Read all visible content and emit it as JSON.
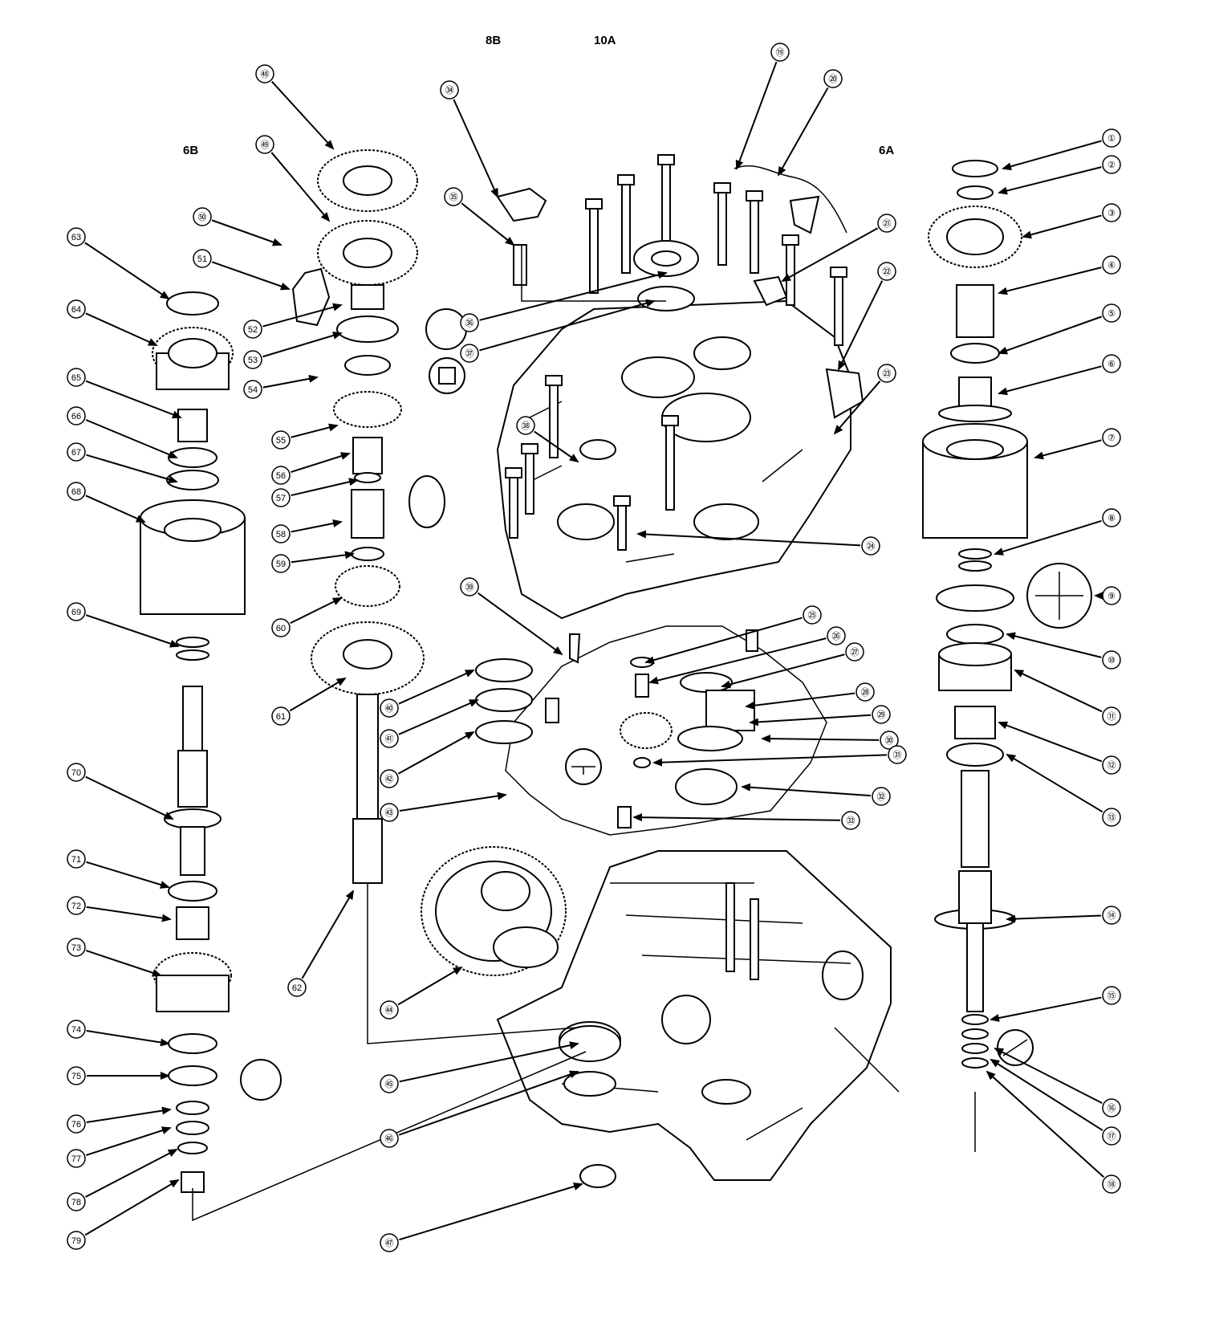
{
  "callouts": [
    "①",
    "②",
    "③",
    "④",
    "⑤",
    "⑥",
    "⑦",
    "⑧",
    "⑨",
    "⑩",
    "⑪",
    "⑫",
    "⑬",
    "⑭",
    "⑮",
    "⑯",
    "⑰",
    "⑱",
    "⑲",
    "⑳",
    "㉑",
    "㉒",
    "㉓",
    "㉔",
    "㉕",
    "㉖",
    "㉗",
    "㉘",
    "㉙",
    "㉚",
    "㉛",
    "㉜",
    "㉝",
    "㉞",
    "㉟",
    "㊱",
    "㊲",
    "㊳",
    "㊴",
    "㊵",
    "㊶",
    "㊷",
    "㊸",
    "㊹",
    "㊺",
    "㊻",
    "㊼",
    "㊽",
    "㊾",
    "㊿",
    "51",
    "52",
    "53",
    "54",
    "55",
    "56",
    "57",
    "58",
    "59",
    "60",
    "61",
    "62",
    "63",
    "64",
    "65",
    "66",
    "67",
    "68",
    "69",
    "70",
    "71",
    "72",
    "73",
    "74",
    "75",
    "76",
    "77",
    "78",
    "79"
  ],
  "ref_labels": {
    "l8B": "8B",
    "l10A": "10A",
    "l6B": "6B",
    "l6A": "6A"
  },
  "colors": {
    "ink": "#000000",
    "paper": "#ffffff"
  }
}
